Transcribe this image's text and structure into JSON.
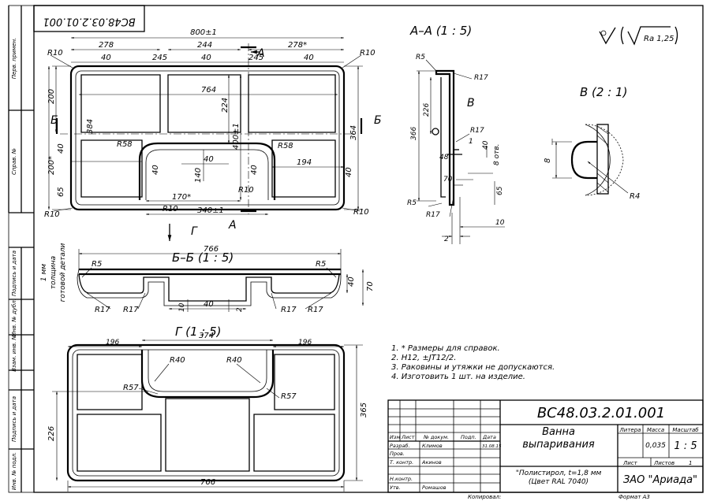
{
  "drawing": {
    "code": "ВС48.03.2.01.001",
    "code_rotated": "ВС48.03.2.01.001",
    "name_line1": "Ванна",
    "name_line2": "выпаривания",
    "material_line1": "\"Полистирол, t=1,8 мм",
    "material_line2": "(Цвет RAL 7040)",
    "company": "ЗАО \"Ариада\"",
    "mass": "0,035",
    "scale": "1 : 5",
    "sheet_label": "Лист",
    "sheets_label": "Листов",
    "sheets_value": "1",
    "format": "Формат А3",
    "copied": "Копировал:"
  },
  "title_block": {
    "h_izm": "Изм",
    "h_list": "Лист",
    "h_doc": "№ докум.",
    "h_sign": "Подп.",
    "h_date": "Дата",
    "h_litera": "Литера",
    "h_mass": "Масса",
    "h_scale": "Масштаб",
    "razrab_label": "Разраб.",
    "razrab_name": "Климов",
    "razrab_date": "31.08.15",
    "prov_label": "Пров.",
    "tkontr_label": "Т. контр.",
    "tkontr_name": "Акинов",
    "nkontr_label": "Н.контр.",
    "utv_label": "Утв.",
    "utv_name": "Ромашов"
  },
  "side_stamps": [
    "Перв. примен.",
    "Справ. №",
    "Подпись и дата",
    "Инв. № дубл.",
    "Взам. инв. №",
    "Подпись и дата",
    "Инв. № подл."
  ],
  "notes": [
    "1.    * Размеры для справок.",
    "2.    Н12, ±JT12/2.",
    "3.    Раковины и утяжки не допускаются.",
    "4.    Изготовить 1 шт. на изделие."
  ],
  "thickness_note": [
    "1 мм",
    "толщина",
    "готовой детали"
  ],
  "roughness": "Ra 1,25",
  "views": {
    "section_aa": "А–А (1 : 5)",
    "detail_b": "В (2 : 1)",
    "section_bb": "Б–Б (1 : 5)",
    "view_g": "Г (1 : 5)",
    "label_a": "А",
    "label_b": "Б",
    "label_g": "Г",
    "label_v": "В"
  },
  "dims_main": {
    "overall": "800±1",
    "w278l": "278",
    "w244": "244",
    "w278r": "278*",
    "d40a": "40",
    "d245a": "245",
    "d40b": "40",
    "d245b": "245",
    "d40c": "40",
    "r10tl": "R10",
    "r10tr": "R10",
    "r10bl": "R10",
    "r10br": "R10",
    "d764": "764",
    "d224": "224",
    "d400": "400±1",
    "h200": "200",
    "h384": "384",
    "h364": "364",
    "h200s": "200*",
    "d40l": "40",
    "d65": "65",
    "d40r": "40",
    "r58l": "R58",
    "r58r": "R58",
    "d40m": "40",
    "d40n": "40",
    "d40o": "40",
    "d140": "140",
    "d194": "194",
    "d170": "170*",
    "r10c": "R10",
    "r10d": "R10",
    "d340": "340±1"
  },
  "dims_aa": {
    "r5t": "R5",
    "r17t": "R17",
    "d226": "226",
    "d366": "366",
    "r17m": "R17",
    "d40": "40",
    "d1": "1",
    "d8": "8 отв.",
    "d70": "70",
    "d65": "65",
    "r5b": "R5",
    "r17b": "R17",
    "d10": "10",
    "d2": "2",
    "d48": "48"
  },
  "dims_b": {
    "d8": "8",
    "r4": "R4"
  },
  "dims_bb": {
    "d766": "766",
    "r5l": "R5",
    "r5r": "R5",
    "d40": "40",
    "d70": "70",
    "r17a": "R17",
    "r17b": "R17",
    "r17c": "R17",
    "r17d": "R17",
    "d10": "10",
    "d40b": "40",
    "d2": "2"
  },
  "dims_g": {
    "d196l": "196",
    "d374": "374",
    "d196r": "196",
    "r40l": "R40",
    "r40r": "R40",
    "r57l": "R57",
    "r57r": "R57",
    "d226": "226",
    "d365": "365",
    "d766": "766"
  }
}
